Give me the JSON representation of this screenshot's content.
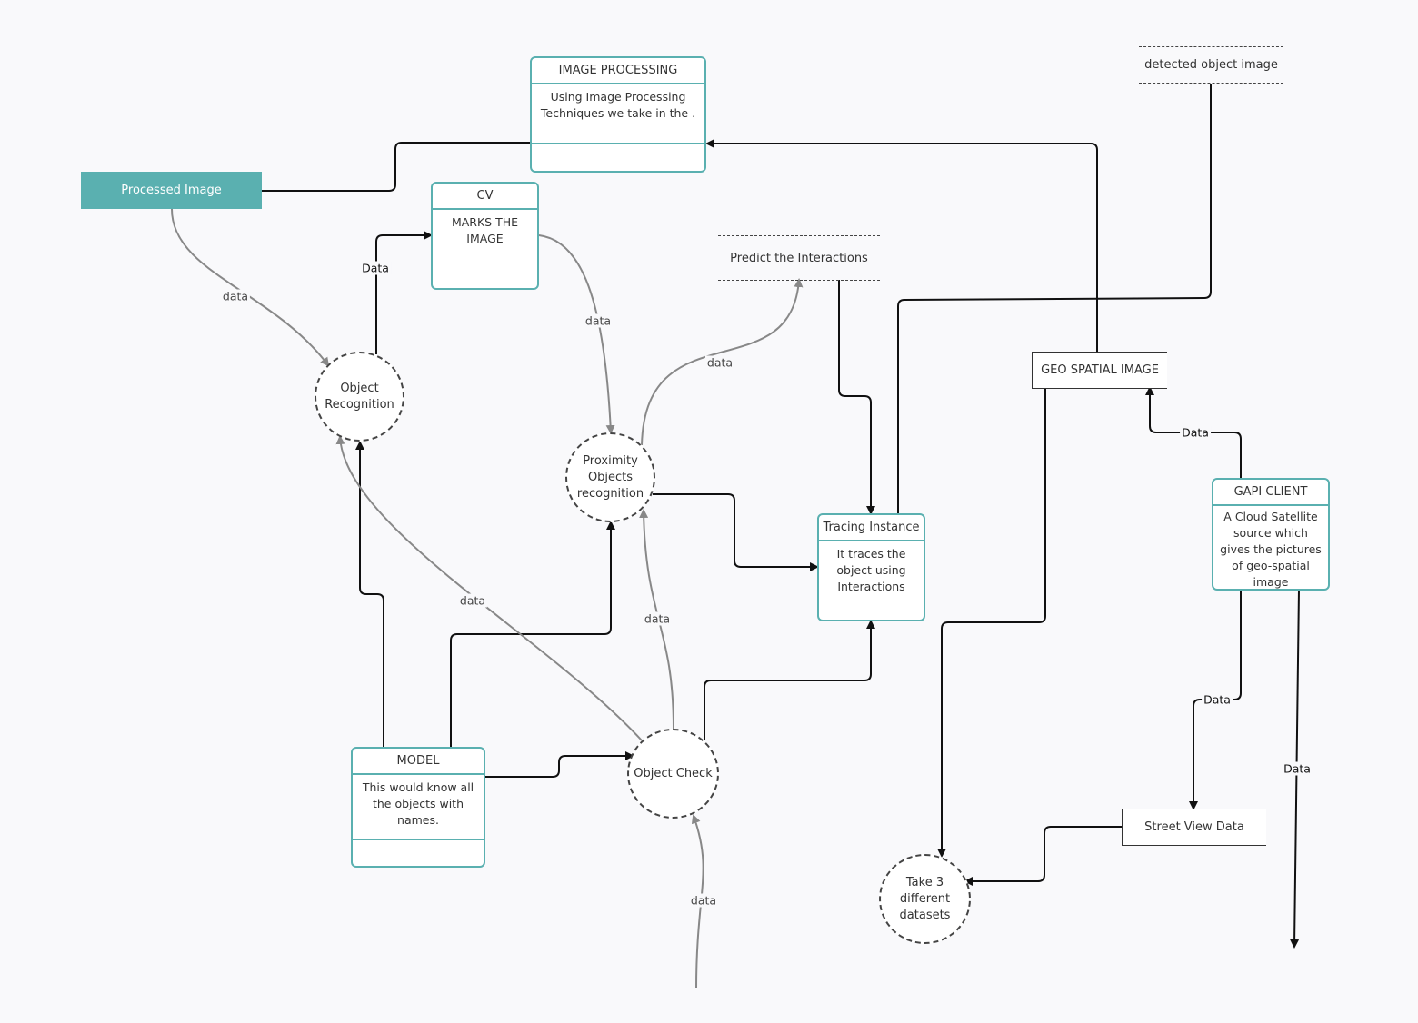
{
  "processes": {
    "image_processing": {
      "title": "IMAGE PROCESSING",
      "body": "Using Image Processing Techniques we take in the ."
    },
    "cv": {
      "title": "CV",
      "body": "MARKS THE IMAGE"
    },
    "tracing_instance": {
      "title": "Tracing Instance",
      "body": "It traces the object using Interactions"
    },
    "gapi_client": {
      "title": "GAPI CLIENT",
      "body": "A Cloud Satellite source which gives the pictures of geo-spatial image"
    },
    "model": {
      "title": "MODEL",
      "body": "This would know all the objects with names."
    }
  },
  "circles": {
    "object_recognition": "Object Recognition",
    "proximity": "Proximity Objects recognition",
    "object_check": "Object Check",
    "take_datasets": "Take 3 different datasets"
  },
  "entities": {
    "processed_image": "Processed Image"
  },
  "stores": {
    "geo_spatial": "GEO SPATIAL IMAGE",
    "street_view": "Street View Data",
    "detected_object": "detected object image",
    "predict": "Predict the Interactions"
  },
  "flow_labels": {
    "l1": "data",
    "l2": "Data",
    "l3": "data",
    "l4": "data",
    "l5": "data",
    "l6": "data",
    "l7": "data",
    "l8": "Data",
    "l9": "Data",
    "l10": "Data"
  },
  "colors": {
    "accent": "#5ab0b0",
    "dark_line": "#111111",
    "gray_line": "#888888"
  }
}
